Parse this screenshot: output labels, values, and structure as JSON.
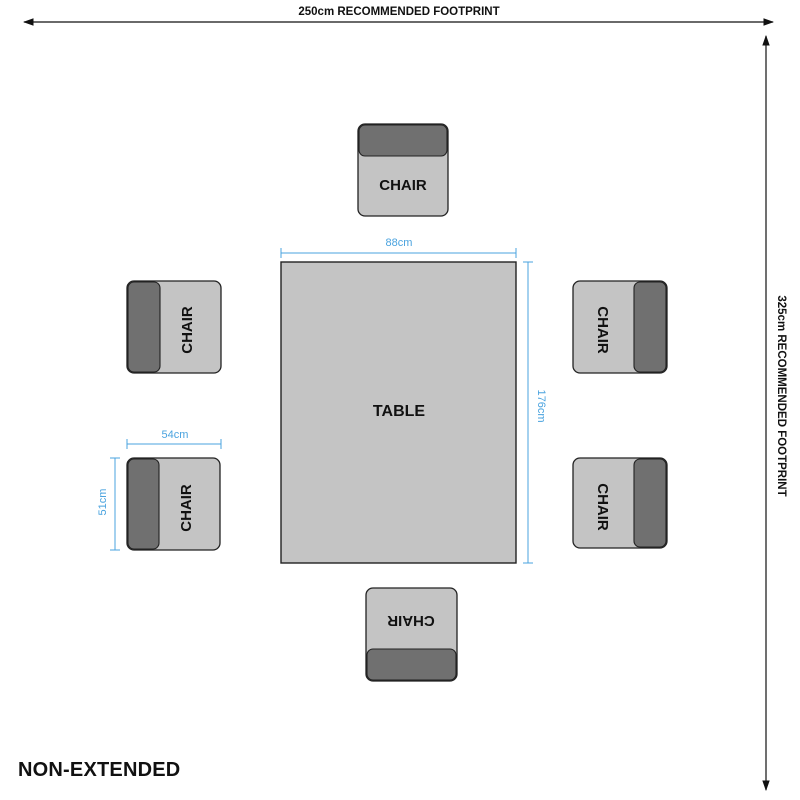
{
  "footprint": {
    "width_label": "250cm RECOMMENDED FOOTPRINT",
    "depth_label": "325cm  RECOMMENDED FOOTPRINT"
  },
  "table": {
    "label": "TABLE",
    "width_label": "88cm",
    "length_label": "176cm"
  },
  "chair": {
    "label": "CHAIR",
    "width_label": "54cm",
    "depth_label": "51cm"
  },
  "configuration_label": "NON-EXTENDED",
  "colors": {
    "dimension_line": "#4aa3df",
    "furniture_fill": "#c4c4c4",
    "backrest_fill": "#707070",
    "outline": "#222222",
    "text": "#111111"
  }
}
